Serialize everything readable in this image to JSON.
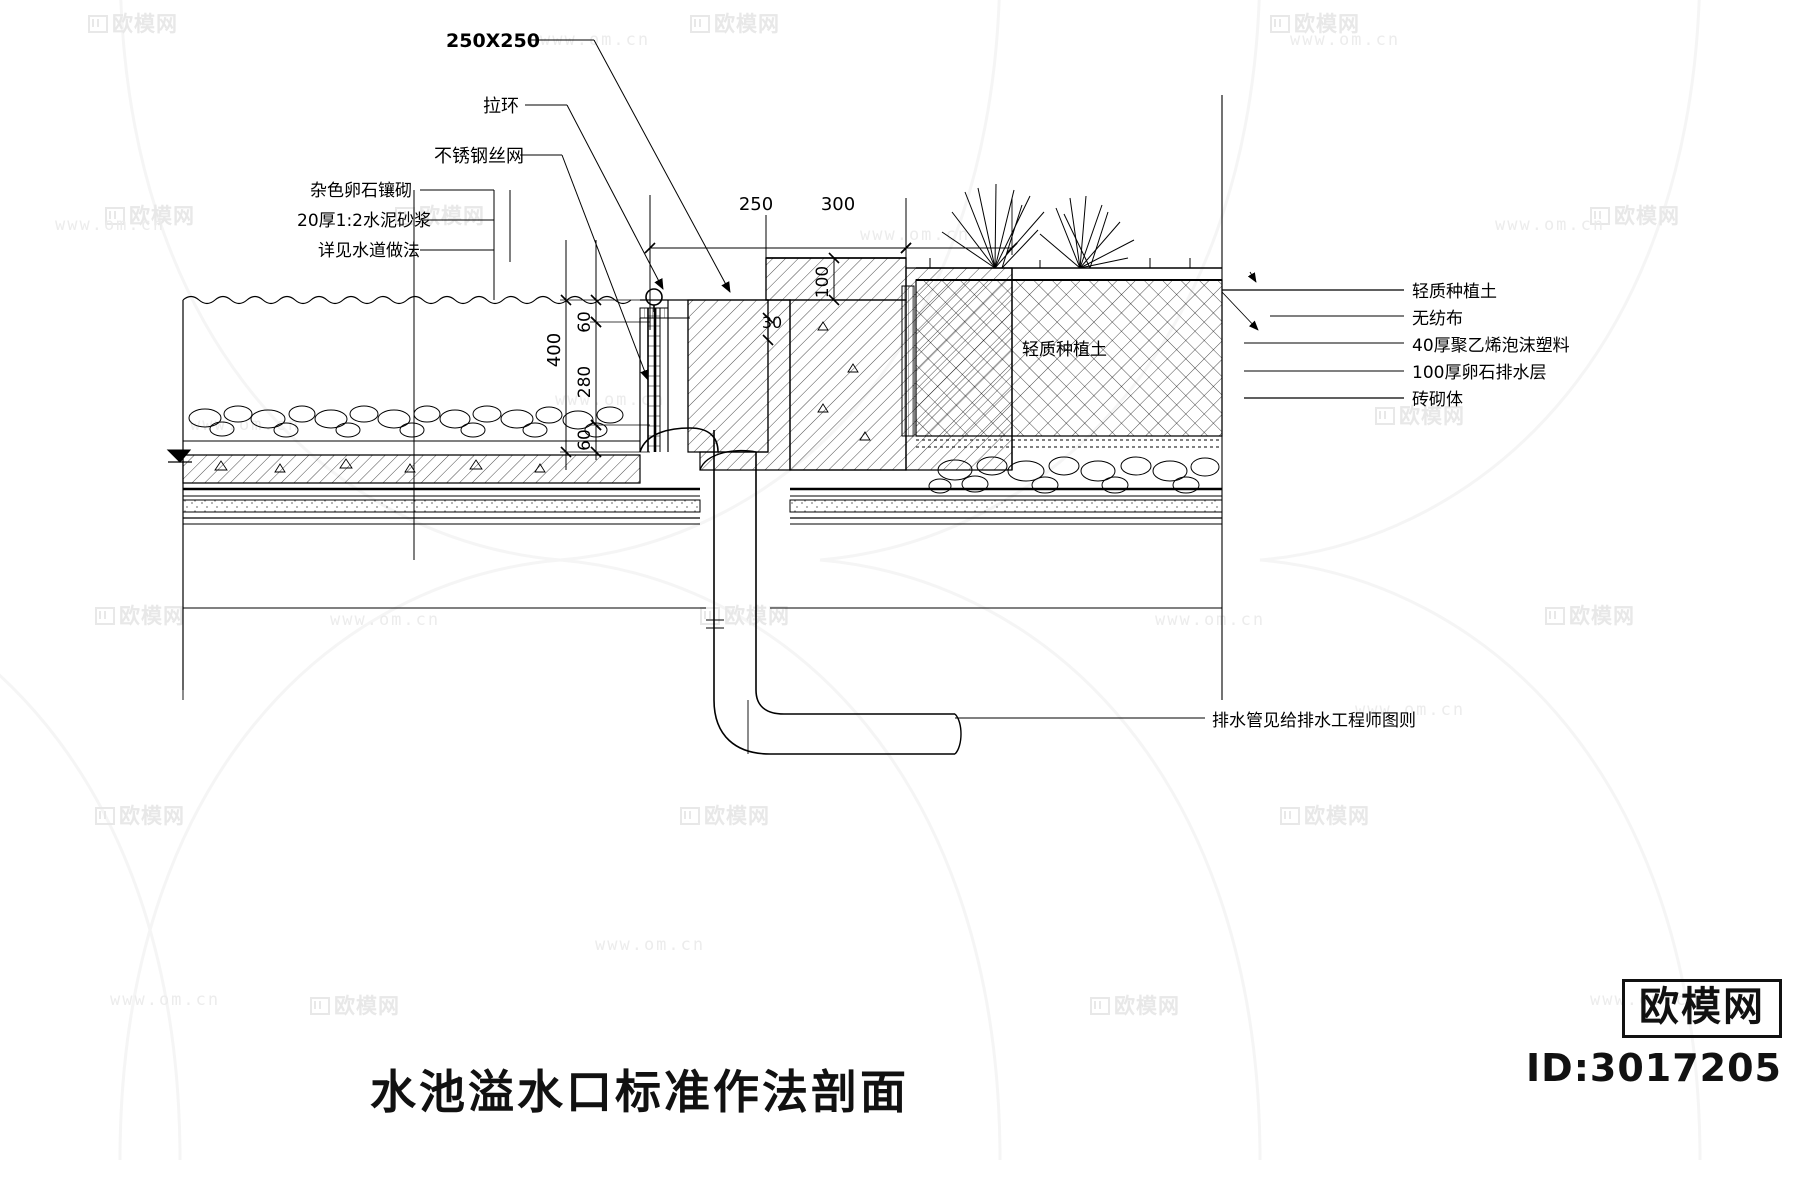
{
  "drawing": {
    "title": "水池溢水口标准作法剖面",
    "brand": "欧模网",
    "id_label": "ID:3017205",
    "watermark_url": "www.om.cn",
    "watermark_brand": "欧模网"
  },
  "callouts_top": [
    {
      "id": "size",
      "text": "250X250"
    },
    {
      "id": "pull-ring",
      "text": "拉环"
    },
    {
      "id": "stainless-mesh",
      "text": "不锈钢丝网"
    }
  ],
  "callouts_left": [
    {
      "id": "pebble-inlay",
      "text": "杂色卵石镶砌"
    },
    {
      "id": "cement-mortar",
      "text": "20厚1:2水泥砂浆"
    },
    {
      "id": "see-channel",
      "text": "详见水道做法"
    }
  ],
  "callouts_right": [
    {
      "id": "light-planting-soil",
      "text": "轻质种植土"
    },
    {
      "id": "non-woven-fabric",
      "text": "无纺布"
    },
    {
      "id": "pe-foam",
      "text": "40厚聚乙烯泡沫塑料"
    },
    {
      "id": "pebble-drainage",
      "text": "100厚卵石排水层"
    },
    {
      "id": "brick-masonry",
      "text": "砖砌体"
    }
  ],
  "callouts_inline": [
    {
      "id": "planting-soil-inline",
      "text": "轻质种植土"
    },
    {
      "id": "drain-pipe-note",
      "text": "排水管见给排水工程师图则"
    }
  ],
  "dimensions_horizontal": [
    {
      "id": "dim-250",
      "value": "250"
    },
    {
      "id": "dim-300",
      "value": "300"
    }
  ],
  "dimensions_vertical": [
    {
      "id": "dim-400",
      "value": "400"
    },
    {
      "id": "dim-60-top",
      "value": "60"
    },
    {
      "id": "dim-280",
      "value": "280"
    },
    {
      "id": "dim-60-bottom",
      "value": "60"
    },
    {
      "id": "dim-100",
      "value": "100"
    },
    {
      "id": "dim-30",
      "value": "30"
    }
  ],
  "colors": {
    "line": "#000000",
    "thin_line": "#2b2b2b",
    "watermark": "#ececec",
    "paper": "#ffffff"
  }
}
